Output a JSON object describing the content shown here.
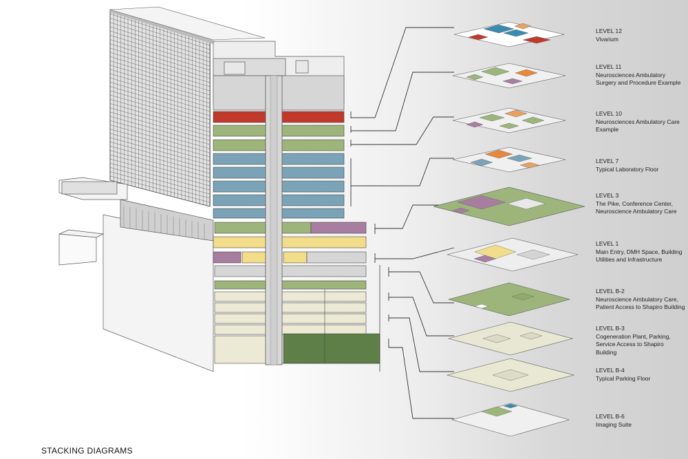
{
  "title": "STACKING DIAGRAMS",
  "levels": [
    {
      "number": "LEVEL 12",
      "desc": "Vivarium"
    },
    {
      "number": "LEVEL 11",
      "desc": "Neurosciences Ambulatory Surgery and Procedure Example"
    },
    {
      "number": "LEVEL 10",
      "desc": "Neurosciences Ambulatory Care Example"
    },
    {
      "number": "LEVEL 7",
      "desc": "Typical Laboratory Floor"
    },
    {
      "number": "LEVEL 3",
      "desc": "The Pike, Conference Center, Neuroscience Ambulatory Care"
    },
    {
      "number": "LEVEL 1",
      "desc": "Main Entry, DMH Space, Building Utilities and Infrastructure"
    },
    {
      "number": "LEVEL B-2",
      "desc": "Neuroscience Ambulatory Care, Patient Access to Shapiro Building"
    },
    {
      "number": "LEVEL B-3",
      "desc": "Cogeneration Plant, Parking, Service Access to Shapiro Building"
    },
    {
      "number": "LEVEL B-4",
      "desc": "Typical Parking Floor"
    },
    {
      "number": "LEVEL B-6",
      "desc": "Imaging Suite"
    }
  ],
  "program_colors": {
    "vivarium": "#c0392b",
    "ambulatory_care": "#9db57a",
    "laboratory": "#7aa3b8",
    "conference": "#a77ea0",
    "main_entry": "#f2dd8a",
    "parking": "#ece9d4",
    "imaging": "#5f7f48",
    "mechanical": "#d6d6d6"
  }
}
